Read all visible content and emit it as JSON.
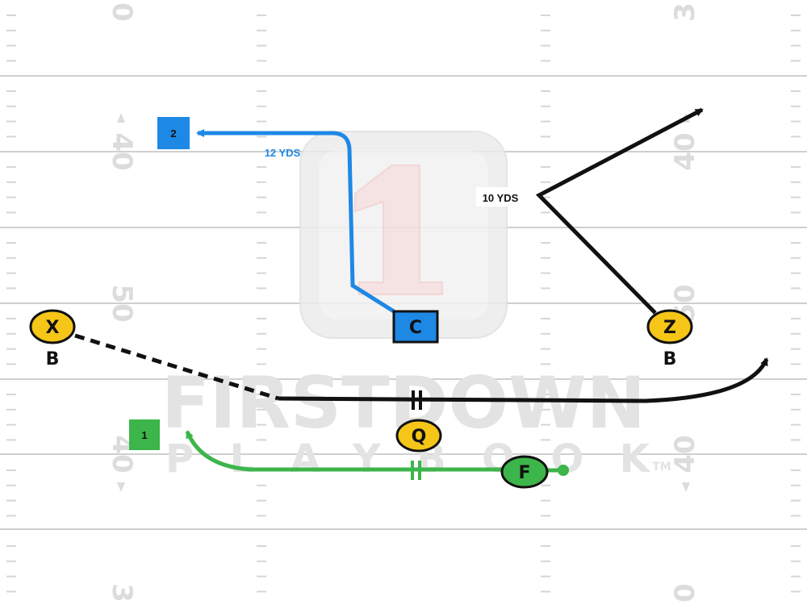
{
  "field": {
    "yard_numbers_left": [
      "0",
      "40",
      "50",
      "40",
      "3"
    ],
    "yard_numbers_right": [
      "3",
      "40",
      "50",
      "40",
      "0"
    ]
  },
  "watermark": {
    "title": "FIRSTDOWN",
    "subtitle": "PLAYBOOK",
    "trademark": "TM",
    "logo_number": "1"
  },
  "players": {
    "x": {
      "label": "X",
      "sub": "B",
      "fill": "#f5c518"
    },
    "z": {
      "label": "Z",
      "sub": "B",
      "fill": "#f5c518"
    },
    "q": {
      "label": "Q",
      "fill": "#f5c518"
    },
    "c": {
      "label": "C",
      "fill": "#1e88e5"
    },
    "f": {
      "label": "F",
      "fill": "#3cb54a"
    }
  },
  "routes": {
    "c": {
      "distance": "12 YDS",
      "read_order": "2",
      "color": "#1e88e5"
    },
    "z": {
      "distance": "10 YDS",
      "color": "#111111"
    },
    "f": {
      "read_order": "1",
      "color": "#3cb54a"
    }
  }
}
